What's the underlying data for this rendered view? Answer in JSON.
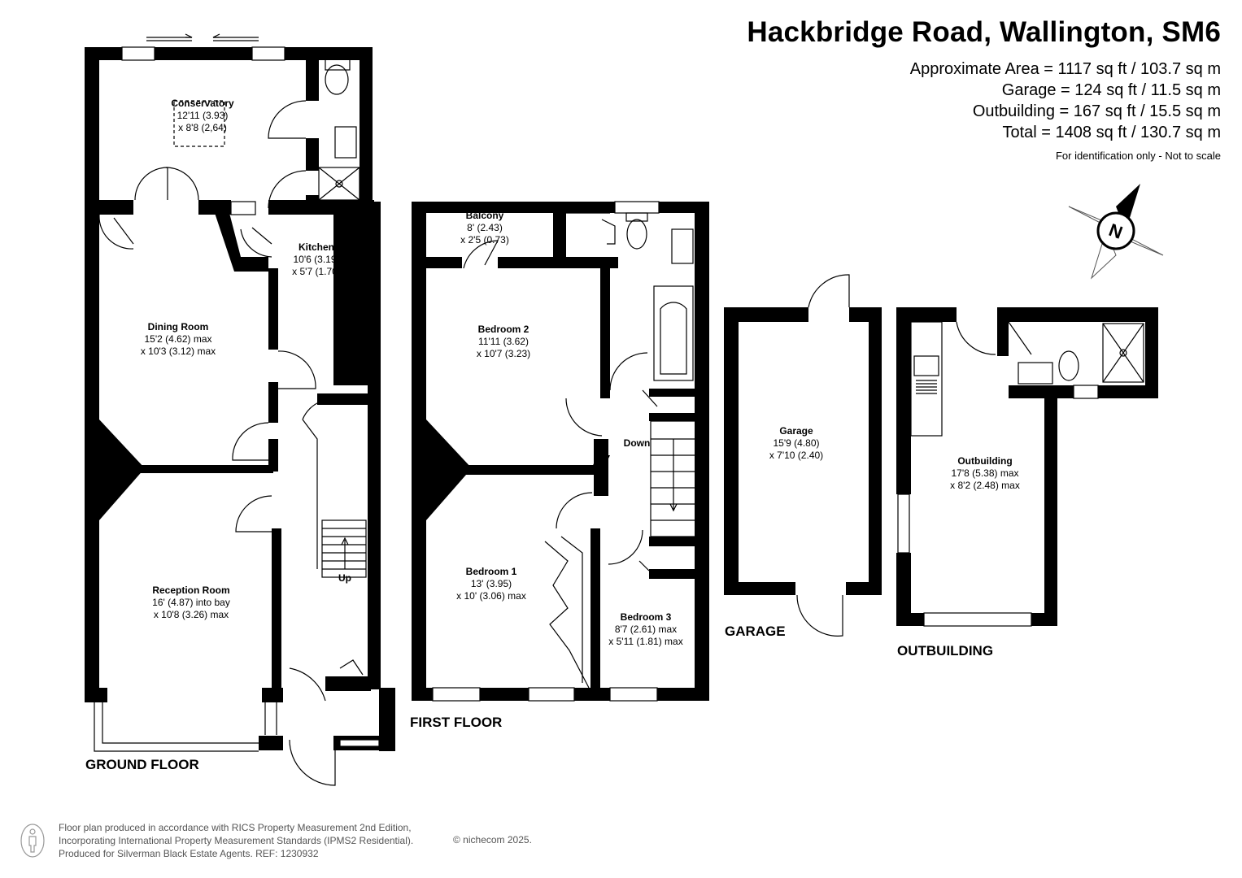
{
  "header": {
    "title": "Hackbridge Road, Wallington, SM6",
    "areas": [
      "Approximate Area = 1117 sq ft / 103.7 sq m",
      "Garage = 124 sq ft / 11.5 sq m",
      "Outbuilding = 167 sq ft / 15.5 sq m",
      "Total = 1408 sq ft / 130.7 sq m"
    ],
    "disclaimer": "For identification only - Not to scale"
  },
  "compass": {
    "letter": "N",
    "icon": "north-arrow-icon"
  },
  "floors": {
    "ground": "GROUND FLOOR",
    "first": "FIRST FLOOR",
    "garage": "GARAGE",
    "outbuilding": "OUTBUILDING"
  },
  "rooms": {
    "conservatory": {
      "name": "Conservatory",
      "dim1": "12'11 (3.93)",
      "dim2": "x 8'8 (2,64)"
    },
    "kitchen": {
      "name": "Kitchen",
      "dim1": "10'6 (3.19)",
      "dim2": "x 5'7 (1.70)"
    },
    "dining": {
      "name": "Dining Room",
      "dim1": "15'2 (4.62) max",
      "dim2": "x 10'3 (3.12) max"
    },
    "reception": {
      "name": "Reception Room",
      "dim1": "16' (4.87) into bay",
      "dim2": "x 10'8 (3.26) max"
    },
    "balcony": {
      "name": "Balcony",
      "dim1": "8' (2.43)",
      "dim2": "x 2'5 (0.73)"
    },
    "bedroom2": {
      "name": "Bedroom 2",
      "dim1": "11'11 (3.62)",
      "dim2": "x 10'7 (3.23)"
    },
    "bedroom1": {
      "name": "Bedroom 1",
      "dim1": "13' (3.95)",
      "dim2": "x 10' (3.06) max"
    },
    "bedroom3": {
      "name": "Bedroom 3",
      "dim1": "8'7 (2.61) max",
      "dim2": "x 5'11 (1.81) max"
    },
    "garage": {
      "name": "Garage",
      "dim1": "15'9 (4.80)",
      "dim2": "x 7'10 (2.40)"
    },
    "outbuilding": {
      "name": "Outbuilding",
      "dim1": "17'8 (5.38) max",
      "dim2": "x 8'2 (2.48) max"
    }
  },
  "stairs": {
    "up": "Up",
    "down": "Down"
  },
  "footer": {
    "line1": "Floor plan produced in accordance with RICS Property Measurement 2nd Edition,",
    "line2": "Incorporating International Property Measurement Standards (IPMS2 Residential).",
    "line3": "Produced for Silverman Black Estate Agents.   REF: 1230932",
    "copyright": "© nichecom 2025."
  },
  "colors": {
    "wall": "#000000",
    "background": "#ffffff",
    "footer_text": "#555555"
  }
}
